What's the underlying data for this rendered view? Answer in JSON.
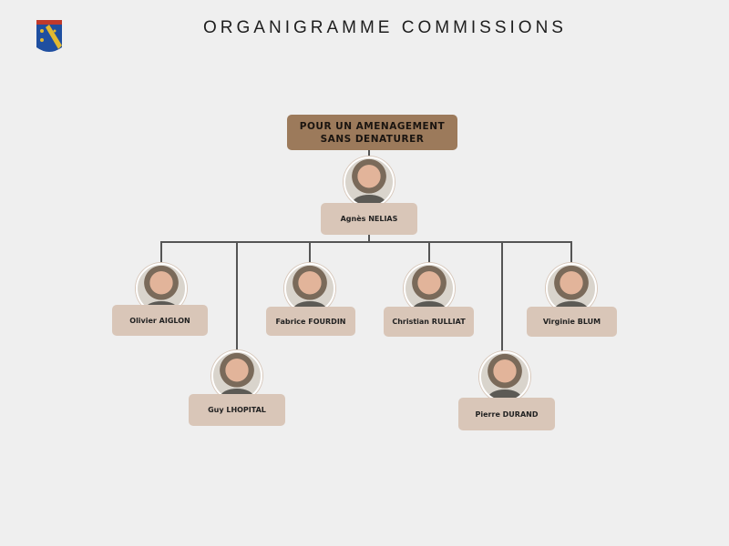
{
  "header": {
    "title": "ORGANIGRAMME COMMISSIONS",
    "logo_icon": "coat-of-arms-icon"
  },
  "commission": {
    "title": "POUR UN AMENAGEMENT\nSANS DENATURER",
    "color": "#9c7a5b"
  },
  "leader": {
    "name": "Agnès NELIAS"
  },
  "members": [
    {
      "name": "Olivier AIGLON"
    },
    {
      "name": "Guy LHOPITAL"
    },
    {
      "name": "Fabrice FOURDIN"
    },
    {
      "name": "Christian RULLIAT"
    },
    {
      "name": "Pierre DURAND"
    },
    {
      "name": "Virginie BLUM"
    }
  ],
  "colors": {
    "label": "#d9c6b8",
    "line": "#555555",
    "background": "#efefef"
  }
}
